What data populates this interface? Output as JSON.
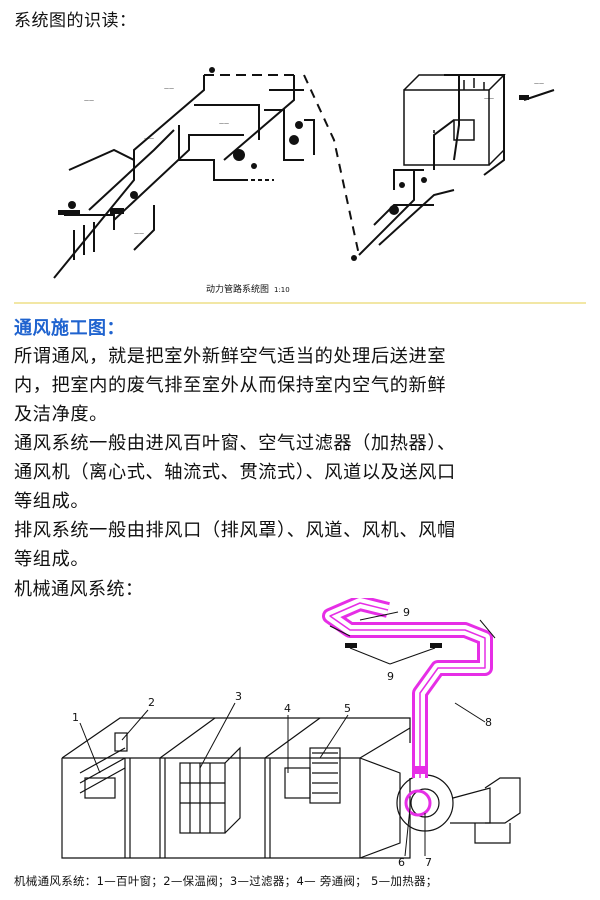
{
  "page_title": "系统图的识读：",
  "figure1": {
    "caption": "动力管路系统图",
    "scale": "1:10"
  },
  "section": {
    "heading": "通风施工图：",
    "paragraphs": [
      [
        "所谓通风，就是把室外新鲜空气适当的处理后送进室",
        "内，把室内的废气排至室外从而保持室内空气的新鲜",
        "及洁净度。"
      ],
      [
        "通风系统一般由进风百叶窗、空气过滤器（加热器）、",
        "通风机（离心式、轴流式、贯流式）、风道以及送风口",
        "等组成。"
      ],
      [
        "排风系统一般由排风口（排风罩）、风道、风机、风帽",
        "等组成。"
      ]
    ],
    "subheading": "机械通风系统："
  },
  "figure2": {
    "labels": [
      "1",
      "2",
      "3",
      "4",
      "5",
      "6",
      "7",
      "8",
      "9",
      "9"
    ],
    "duct_color": "#e62ee6",
    "caption": "机械通风系统：1—百叶窗；2—保温阀；3—过滤器；4— 旁通阀； 5—加热器；"
  },
  "colors": {
    "heading": "#1f63cf",
    "divider": "#f2e7a5"
  }
}
